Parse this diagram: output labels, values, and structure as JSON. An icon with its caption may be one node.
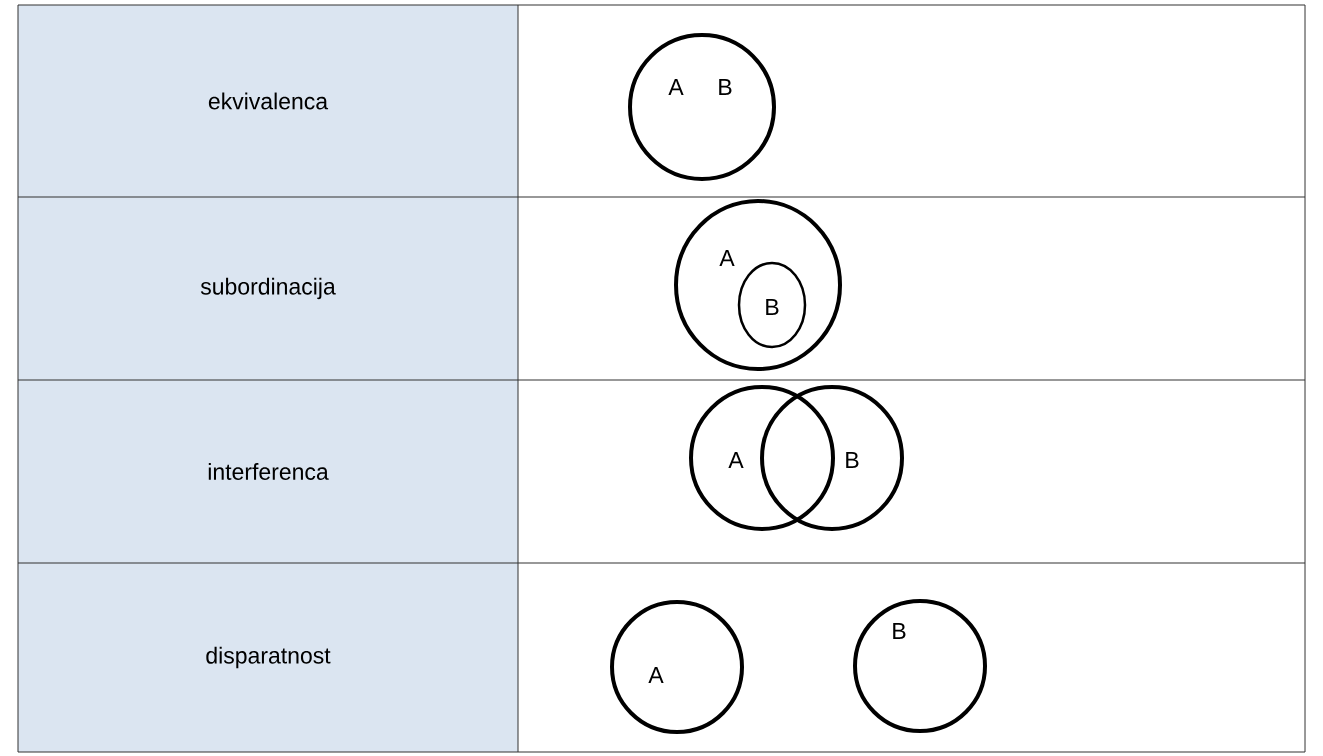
{
  "diagram": {
    "nodes": [
      {
        "text": [
          "ekvivalenca"
        ]
      },
      {
        "text": [
          "A",
          "B"
        ]
      },
      {
        "text": [
          "subordinacija"
        ]
      },
      {
        "text": [
          "A"
        ]
      },
      {
        "text": [
          "B"
        ],
        "in": 3
      },
      {
        "text": [
          "interferenca"
        ]
      },
      {
        "text": [
          "A"
        ]
      },
      {
        "text": [
          "B"
        ]
      },
      {
        "text": [
          "disparatnost"
        ]
      },
      {
        "text": [
          "A"
        ]
      },
      {
        "text": [
          "B"
        ]
      }
    ]
  }
}
